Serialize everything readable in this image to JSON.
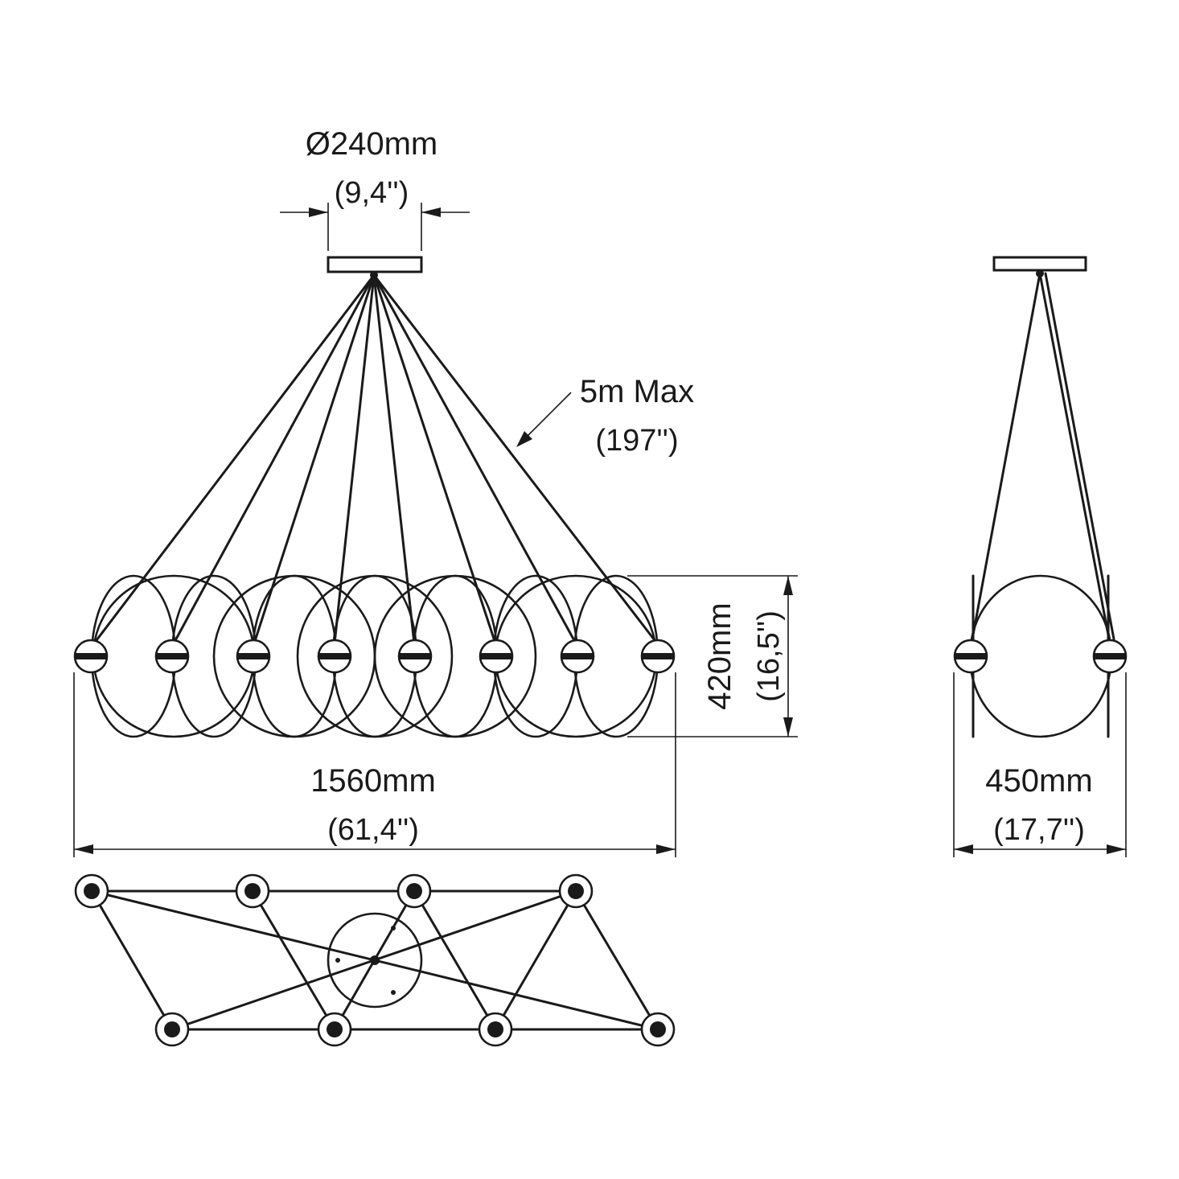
{
  "labels": {
    "canopy_diameter": "Ø240mm",
    "canopy_diameter_in": "(9,4'')",
    "cable_length": "5m Max",
    "cable_length_in": "(197'')",
    "height": "420mm",
    "height_in": "(16,5'')",
    "width": "1560mm",
    "width_in": "(61,4'')",
    "depth": "450mm",
    "depth_in": "(17,7'')"
  },
  "colors": {
    "line": "#1a1a1a",
    "background": "#ffffff"
  },
  "icons": {
    "light_head": "sphere-light-icon",
    "canopy": "ceiling-canopy-icon"
  }
}
